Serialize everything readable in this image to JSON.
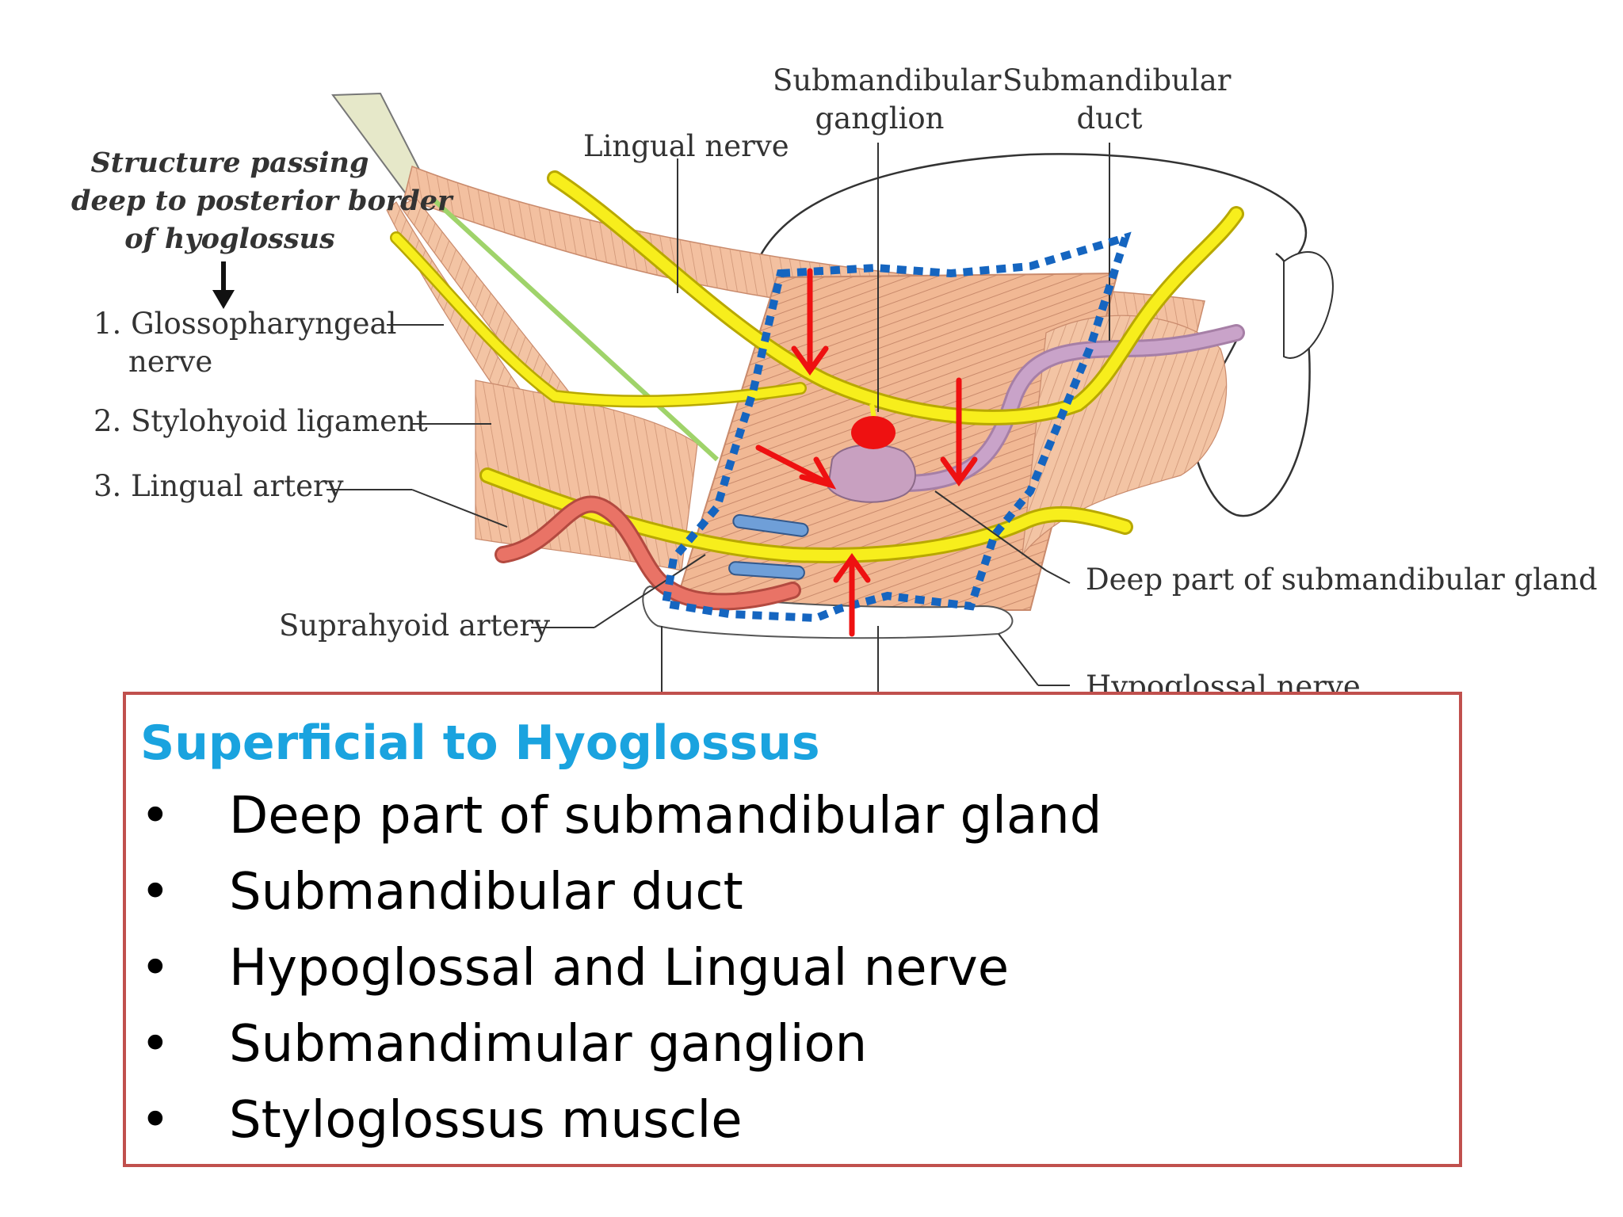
{
  "diagram": {
    "labels": {
      "structure_heading": [
        "Structure passing",
        "deep to posterior border",
        "of hyoglossus"
      ],
      "glossopharyngeal": [
        "1. Glossopharyngeal",
        "nerve"
      ],
      "stylohyoid": "2. Stylohyoid ligament",
      "lingual_artery": "3. Lingual artery",
      "lingual_nerve": "Lingual nerve",
      "submandibular_ganglion": [
        "Submandibular",
        "ganglion"
      ],
      "submandibular_duct": [
        "Submandibular",
        "duct"
      ],
      "deep_part": "Deep part of submandibular gland",
      "suprahyoid_artery": "Suprahyoid artery",
      "hypoglossal_nerve": "Hypoglossal nerve"
    },
    "colors": {
      "muscle": "#f1b894",
      "muscle_line": "#c98a6c",
      "nerve": "#f7ee1c",
      "nerve_edge": "#b8a800",
      "artery": "#e97366",
      "ligament": "#9fd36a",
      "duct": "#c9a3c9",
      "gland": "#c8a0c0",
      "highlight_box": "#1565c0",
      "arrow": "#ee1111",
      "vein": "#6f9fd8"
    }
  },
  "textbox": {
    "title": "Superficial to Hyoglossus",
    "bullet_symbol": "•",
    "items": [
      "Deep part of submandibular gland",
      "Submandibular duct",
      "Hypoglossal and Lingual nerve",
      "Submandimular ganglion",
      "Styloglossus muscle"
    ]
  }
}
